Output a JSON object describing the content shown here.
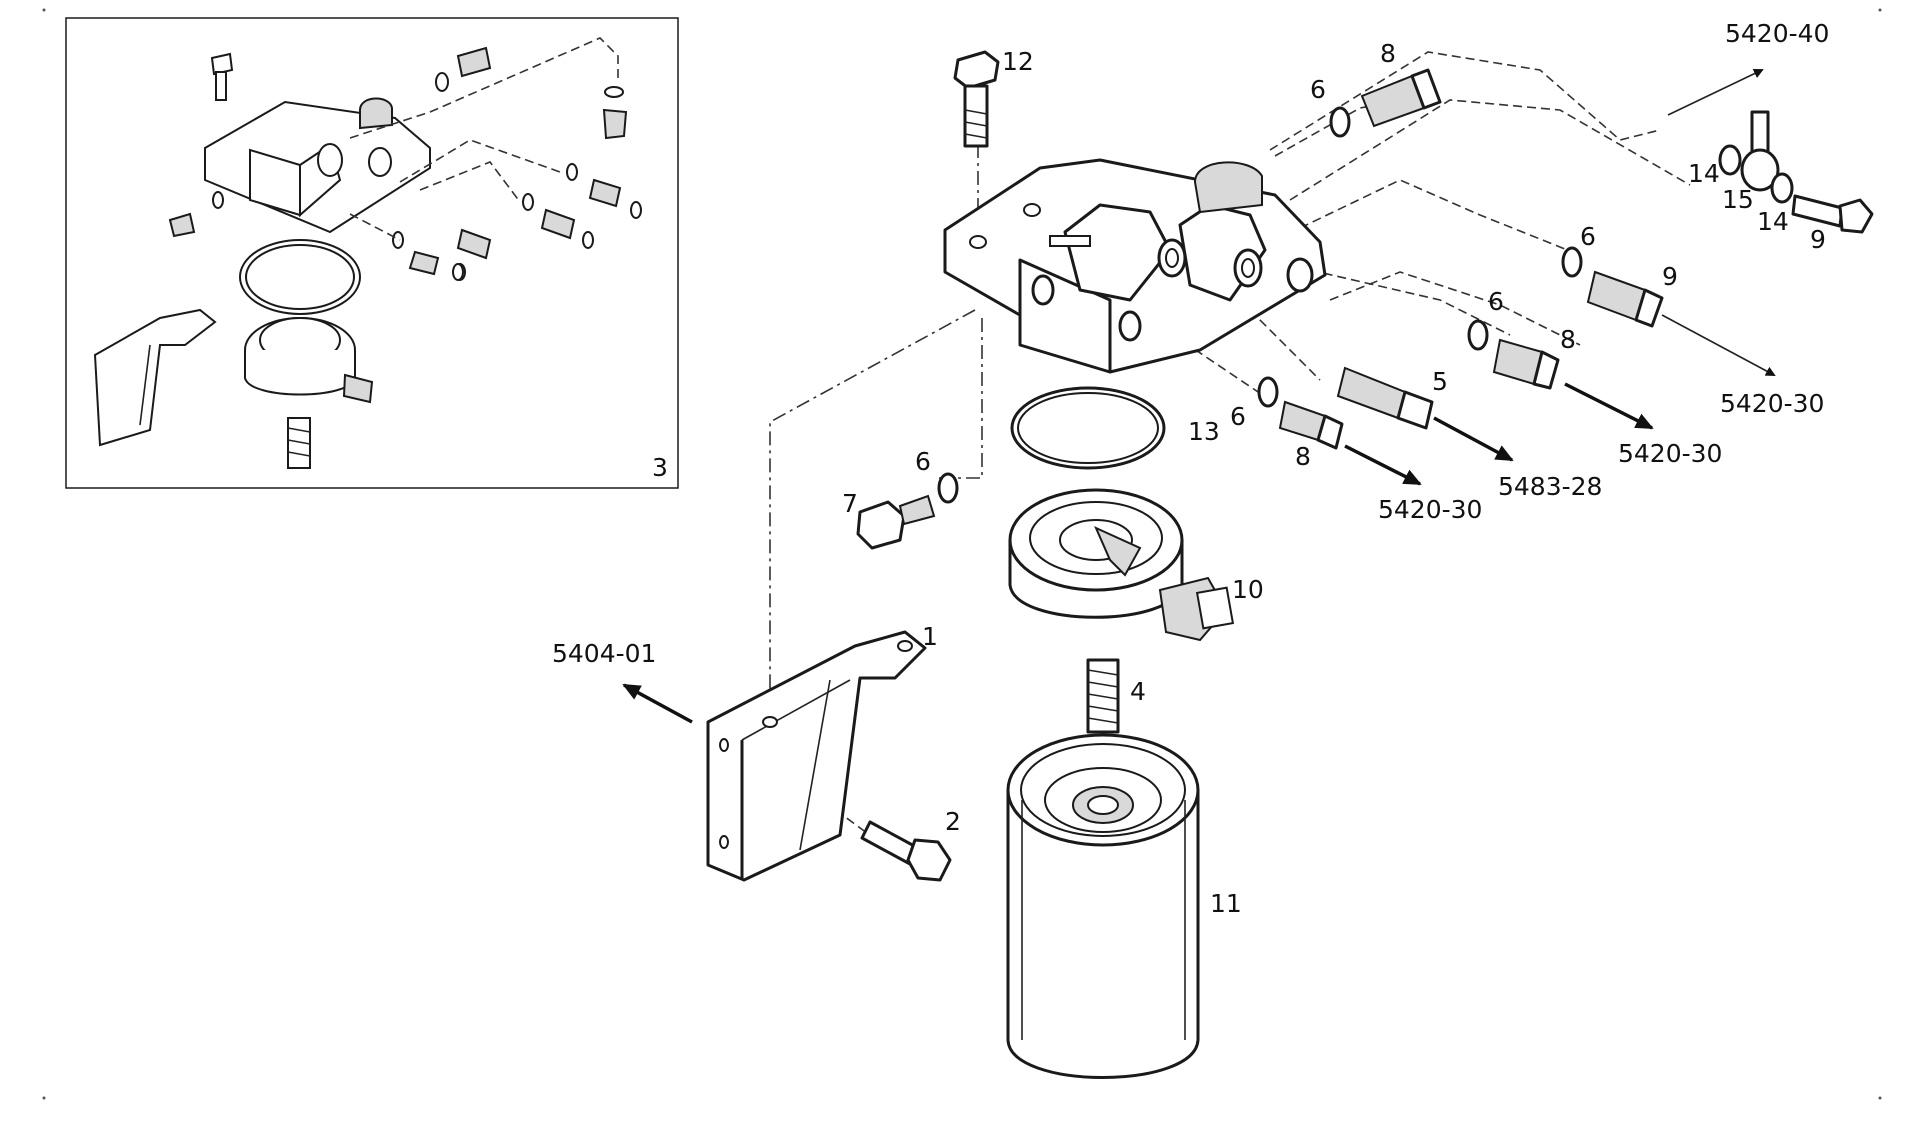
{
  "diagram": {
    "part_callouts": {
      "p1": "1",
      "p2": "2",
      "p3": "3",
      "p4": "4",
      "p5": "5",
      "p6a": "6",
      "p6b": "6",
      "p6c": "6",
      "p6d": "6",
      "p6e": "6",
      "p7": "7",
      "p8a": "8",
      "p8b": "8",
      "p8c": "8",
      "p9a": "9",
      "p9b": "9",
      "p10": "10",
      "p11": "11",
      "p12": "12",
      "p13": "13",
      "p14a": "14",
      "p14b": "14",
      "p15": "15"
    },
    "references": {
      "r5420_40": "5420-40",
      "r5420_30_right": "5420-30",
      "r5420_30_mid": "5420-30",
      "r5420_30_low": "5420-30",
      "r5483_28": "5483-28",
      "r5404_01": "5404-01"
    }
  }
}
